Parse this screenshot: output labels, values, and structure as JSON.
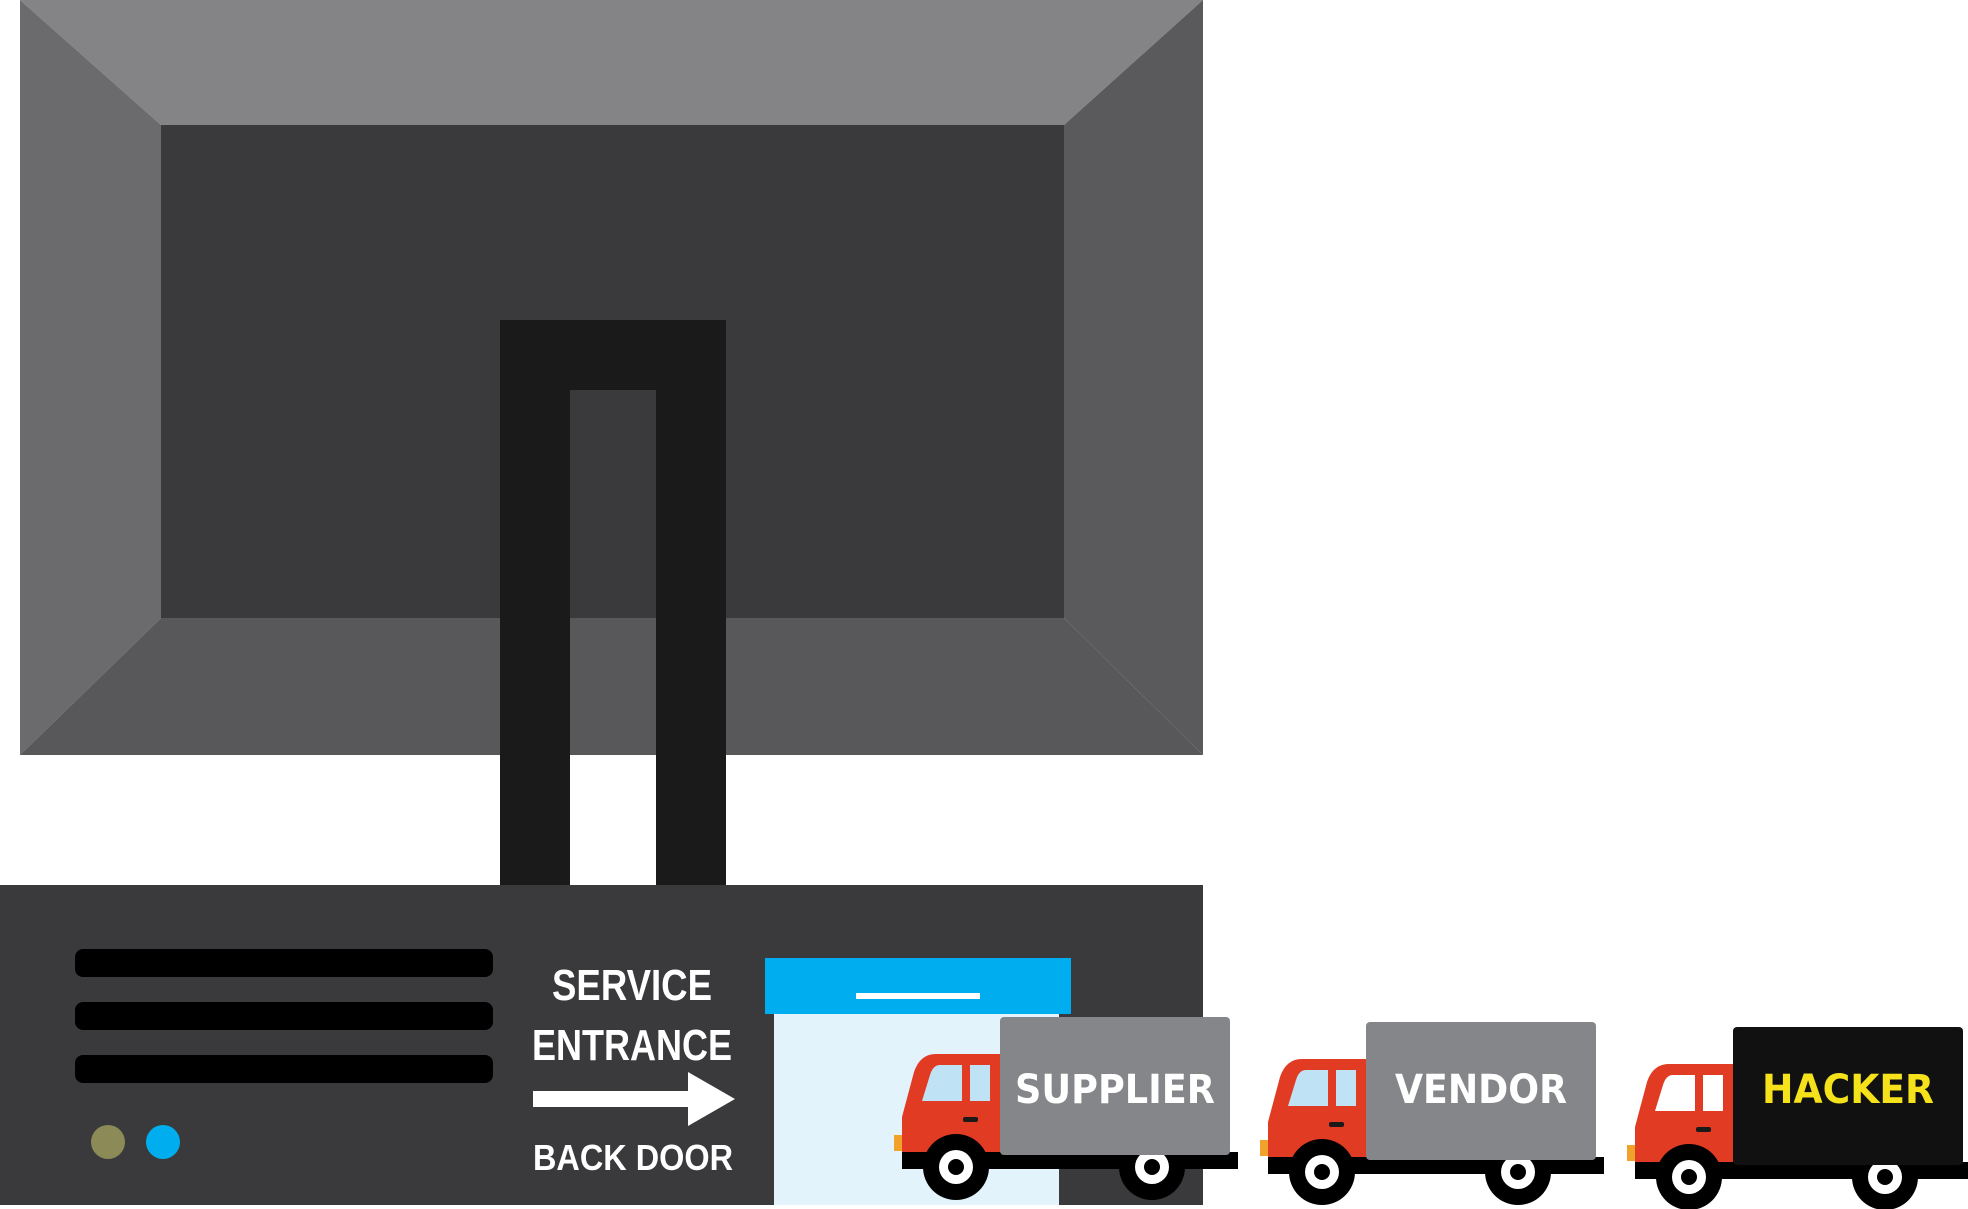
{
  "labels": {
    "service_line1": "SERVICE",
    "service_line2": "ENTRANCE",
    "back_door": "BACK DOOR"
  },
  "trucks": [
    {
      "label": "SUPPLIER",
      "box_color": "#858689",
      "text_color": "#ffffff"
    },
    {
      "label": "VENDOR",
      "box_color": "#858689",
      "text_color": "#ffffff"
    },
    {
      "label": "HACKER",
      "box_color": "#111111",
      "text_color": "#f5e21b"
    }
  ],
  "colors": {
    "monitor_top": "#848487",
    "monitor_side_left": "#6b6b6e",
    "monitor_side_right": "#5a5a5c",
    "monitor_bottom": "#58585a",
    "screen": "#3a3a3c",
    "stand": "#1a1a1a",
    "case": "#3a3a3c",
    "vent": "#000000",
    "led_olive": "#8c8a56",
    "led_blue": "#00aeef",
    "door_header": "#00aeef",
    "door_panel": "#e2f3fb",
    "cab": "#e23b24",
    "window": "#bfe3f4"
  },
  "icons": [
    "arrow-right-icon",
    "truck-icon"
  ]
}
